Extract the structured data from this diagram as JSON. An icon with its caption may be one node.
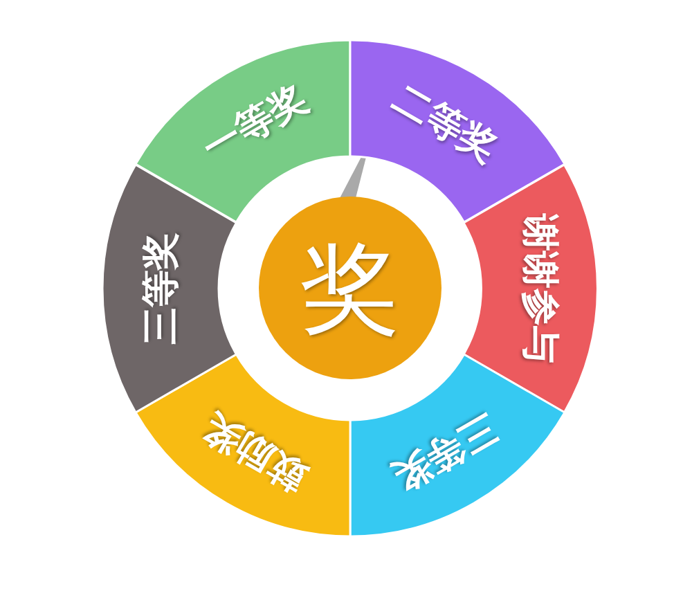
{
  "diagram": {
    "nodes": [
      {
        "text": [
          "一等奖"
        ]
      },
      {
        "text": [
          "二等奖"
        ]
      },
      {
        "text": [
          "谢谢参与"
        ]
      },
      {
        "text": [
          "三等奖"
        ]
      },
      {
        "text": [
          "鼓励奖"
        ]
      },
      {
        "text": [
          "三等奖"
        ]
      },
      {
        "text": [
          "奖"
        ]
      }
    ]
  }
}
